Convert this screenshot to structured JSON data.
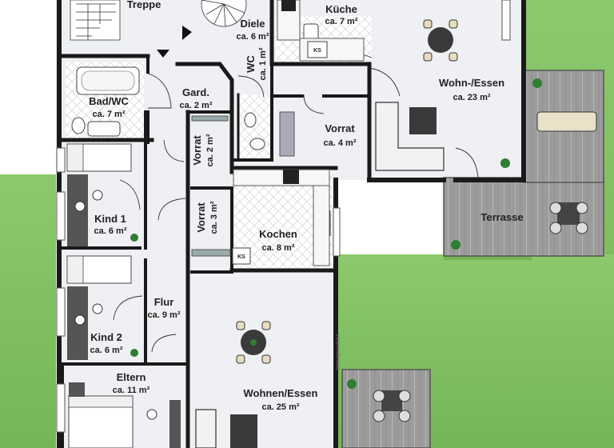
{
  "rooms": {
    "treppe": {
      "name": "Treppe"
    },
    "diele": {
      "name": "Diele",
      "area": "ca. 6 m²"
    },
    "kueche": {
      "name": "Küche",
      "area": "ca. 7 m²"
    },
    "wc": {
      "name": "WC",
      "area": "ca. 1 m²"
    },
    "wohn_essen": {
      "name": "Wohn-/Essen",
      "area": "ca. 23 m²"
    },
    "bad_wc": {
      "name": "Bad/WC",
      "area": "ca. 7 m²"
    },
    "gard": {
      "name": "Gard.",
      "area": "ca. 2 m²"
    },
    "vorrat_1": {
      "name": "Vorrat",
      "area": "ca. 4 m²"
    },
    "vorrat_2": {
      "name": "Vorrat",
      "area": "ca. 2 m²"
    },
    "vorrat_3": {
      "name": "Vorrat",
      "area": "ca. 3 m²"
    },
    "kind_1": {
      "name": "Kind 1",
      "area": "ca. 6 m²"
    },
    "kochen": {
      "name": "Kochen",
      "area": "ca. 8 m²"
    },
    "terrasse": {
      "name": "Terrasse"
    },
    "flur": {
      "name": "Flur",
      "area": "ca. 9 m²"
    },
    "kind_2": {
      "name": "Kind 2",
      "area": "ca. 6 m²"
    },
    "eltern": {
      "name": "Eltern",
      "area": "ca. 11 m²"
    },
    "wohnen_essen": {
      "name": "Wohnen/Essen",
      "area": "ca. 25 m²"
    }
  },
  "appliances": {
    "ks_label": "KS"
  },
  "watermark": "immogrundriss",
  "colors": {
    "lawn": "#7fbf5f",
    "floor": "#ecedf0",
    "wall": "#1a1a1a",
    "deck": "#9a9a9a",
    "tile": "#e4e4e4"
  }
}
